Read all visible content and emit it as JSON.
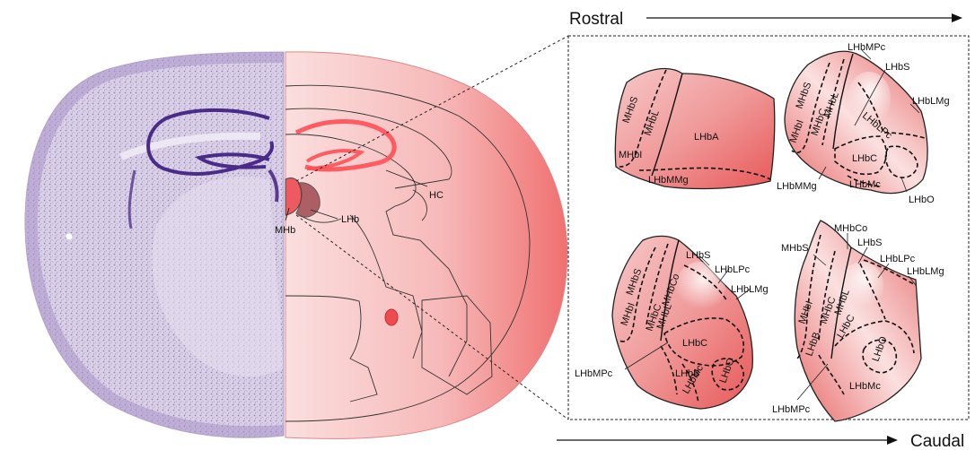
{
  "directions": {
    "rostral": "Rostral",
    "caudal": "Caudal"
  },
  "brain_labels": {
    "hc": "HC",
    "lhb": "LHb",
    "mhb": "MHb"
  },
  "panels": {
    "rostral_1": {
      "labels": [
        "MHbS",
        "MHbL",
        "MHbI",
        "LHbA",
        "LHbMMg"
      ]
    },
    "rostral_2": {
      "labels": [
        "LHbMPc",
        "LHbS",
        "LHbLMg",
        "MHbS",
        "MHbL",
        "MHbC",
        "MHbI",
        "LHbLPc",
        "LHbC",
        "LHbMMg",
        "LHbMc",
        "LHbO"
      ]
    },
    "caudal_1": {
      "labels": [
        "LHbS",
        "LHbLPc",
        "LHbLMg",
        "MHbS",
        "MHbCo",
        "MHbL",
        "MHbC",
        "MHbI",
        "LHbC",
        "LHbMPc",
        "LHbB",
        "LHbMc",
        "LHbO"
      ]
    },
    "caudal_2": {
      "labels": [
        "MHbCo",
        "MHbS",
        "LHbS",
        "LHbLPc",
        "LHbLMg",
        "MHbL",
        "MHbC",
        "MHbI",
        "LHbB",
        "LHbC",
        "LHbO",
        "LHbMc",
        "LHbMPc"
      ]
    }
  },
  "colors": {
    "nissl": "#8a6fb0",
    "nissl_dark": "#4b2b8a",
    "pink_light": "#fbd6d6",
    "pink_mid": "#f3a3a3",
    "pink_strong": "#ef6b6b",
    "habenula_dark": "#9b4a50",
    "hippocampus": "#ff4f55"
  }
}
